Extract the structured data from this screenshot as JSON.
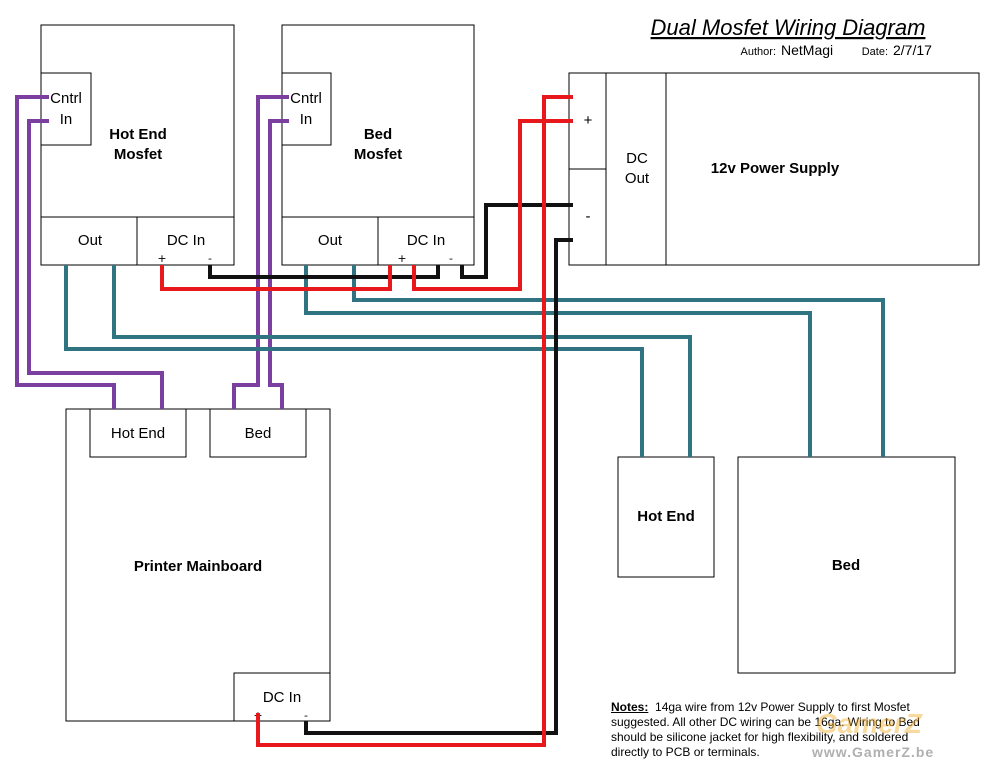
{
  "title": "Dual Mosfet Wiring Diagram",
  "author_label": "Author:",
  "author": "NetMagi",
  "date_label": "Date:",
  "date": "2/7/17",
  "hotend_mosfet": {
    "ctrl_line1": "Cntrl",
    "ctrl_line2": "In",
    "name_line1": "Hot End",
    "name_line2": "Mosfet",
    "out": "Out",
    "dcin": "DC In",
    "plus": "+",
    "minus": "-"
  },
  "bed_mosfet": {
    "ctrl_line1": "Cntrl",
    "ctrl_line2": "In",
    "name_line1": "Bed",
    "name_line2": "Mosfet",
    "out": "Out",
    "dcin": "DC In",
    "plus": "+",
    "minus": "-"
  },
  "power_supply": {
    "name": "12v Power Supply",
    "dcout_line1": "DC",
    "dcout_line2": "Out",
    "plus": "+",
    "minus": "-"
  },
  "mainboard": {
    "name": "Printer Mainboard",
    "hotend_port": "Hot End",
    "bed_port": "Bed",
    "dcin": "DC In",
    "plus": "+",
    "minus": "-"
  },
  "hotend_load": "Hot End",
  "bed_load": "Bed",
  "notes": {
    "label": "Notes:",
    "text": "14ga wire from 12v Power Supply to first Mosfet suggested.  All other DC wiring can be 16ga. Wiring to Bed should be silicone jacket for high flexibility, and soldered directly to PCB or terminals."
  },
  "watermark": "www.GamerZ.be",
  "watermark_logo": "GamerZ",
  "colors": {
    "red_wire": "#e8191c",
    "black_wire": "#111111",
    "purple_wire": "#7b3fa0",
    "teal_wire": "#2f7480"
  }
}
